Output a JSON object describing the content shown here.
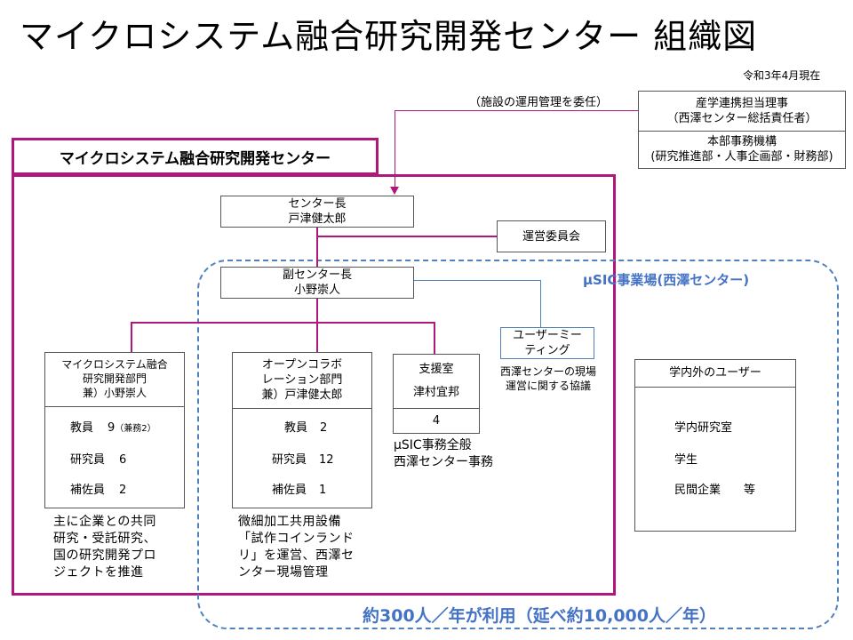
{
  "page": {
    "title": "マイクロシステム融合研究開発センター 組織図",
    "date": "令和3年4月現在"
  },
  "external": {
    "entrust_label": "（施設の運用管理を委任）",
    "sangaku": {
      "line1": "産学連携担当理事",
      "line2": "（西澤センター総括責任者）"
    },
    "honbu": {
      "line1": "本部事務機構",
      "line2": "(研究推進部・人事企画部・財務部)"
    }
  },
  "center": {
    "header": "マイクロシステム融合研究開発センター",
    "director": {
      "line1": "センター長",
      "line2": "戸津健太郎"
    },
    "committee": "運営委員会",
    "vice_director": {
      "line1": "副センター長",
      "line2": "小野崇人"
    },
    "usic_label": "μSIC事業場(西澤センター)",
    "user_meeting": {
      "line1": "ユーザーミー",
      "line2": "ティング",
      "desc1": "西澤センターの現場",
      "desc2": "運営に関する協議"
    },
    "dept1": {
      "name1": "マイクロシステム融合",
      "name2": "研究開発部門",
      "name3": "兼）小野崇人",
      "staff": [
        {
          "label": "教員",
          "count": "9",
          "note": "（兼務2）"
        },
        {
          "label": "研究員",
          "count": "6",
          "note": ""
        },
        {
          "label": "補佐員",
          "count": "2",
          "note": ""
        }
      ],
      "desc": [
        "主に企業との共同",
        "研究・受託研究、",
        "国の研究開発プロ",
        "ジェクトを推進"
      ]
    },
    "dept2": {
      "name1": "オープンコラボ",
      "name2": "レーション部門",
      "name3": "兼）戸津健太郎",
      "staff": [
        {
          "label": "教員",
          "count": "2"
        },
        {
          "label": "研究員",
          "count": "12"
        },
        {
          "label": "補佐員",
          "count": "1"
        }
      ],
      "desc": [
        "微細加工共用設備",
        "「試作コインランド",
        "リ」を運営、西澤セ",
        "ンター現場管理"
      ]
    },
    "support": {
      "name": "支援室",
      "person": "津村宜邦",
      "count": "4",
      "desc1": "μSIC事務全般",
      "desc2": "西澤センター事務"
    },
    "users": {
      "title": "学内外のユーザー",
      "items": [
        "学内研究室",
        "学生",
        "民間企業　　等"
      ]
    },
    "footer": "約300人／年が利用（延べ約10,000人／年）"
  },
  "colors": {
    "magenta": "#b0177a",
    "blue_dashed": "#4f81bd",
    "blue_text": "#4472c4"
  }
}
